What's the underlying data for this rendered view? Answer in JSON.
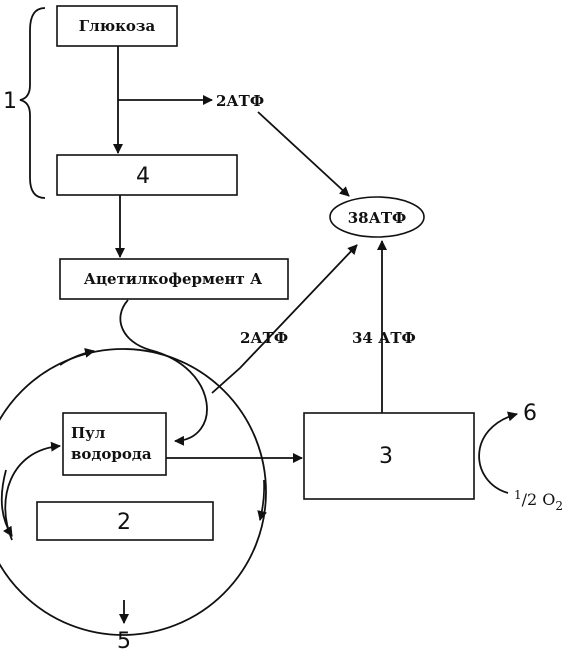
{
  "diagram": {
    "glucose": "Глюкоза",
    "acetyl_coa": "Ацетилкофермент А",
    "hydrogen_pool_line1": "Пул",
    "hydrogen_pool_line2": "водорода",
    "total_atp": "38АТФ",
    "atp_glycolysis": "2АТФ",
    "atp_krebs": "2АТФ",
    "atp_oxidation": "34 АТФ",
    "label_1": "1",
    "label_2": "2",
    "label_3": "3",
    "label_4": "4",
    "label_5": "5",
    "label_6": "6",
    "oxygen_prefix": "1",
    "oxygen_mid": "/2 O",
    "oxygen_sub": "2"
  }
}
